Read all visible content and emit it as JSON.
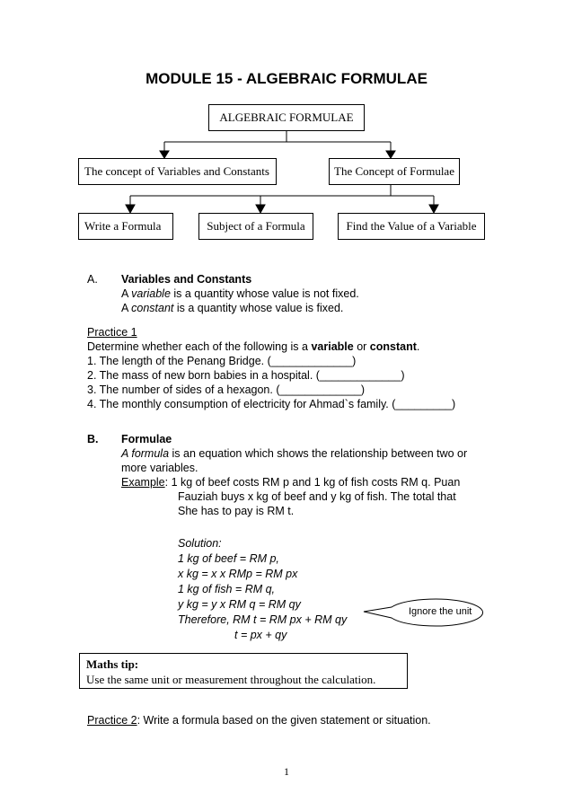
{
  "title": "MODULE 15 - ALGEBRAIC FORMULAE",
  "diagram": {
    "root": "ALGEBRAIC FORMULAE",
    "level1_left": "The concept of Variables and Constants",
    "level1_right": "The Concept of Formulae",
    "level2": [
      "Write a Formula",
      "Subject of a Formula",
      "Find the Value of a Variable"
    ]
  },
  "sectionA": {
    "letter": "A.",
    "heading": "Variables and Constants",
    "line1_pre": "A ",
    "line1_em": "variable",
    "line1_post": " is a quantity whose value is not fixed.",
    "line2_pre": "A ",
    "line2_em": "constant",
    "line2_post": " is a quantity whose value is fixed."
  },
  "practice1": {
    "heading": "Practice 1",
    "instruction_pre": "Determine whether each of the following is a ",
    "instruction_b1": "variable",
    "instruction_mid": " or ",
    "instruction_b2": "constant",
    "instruction_post": ".",
    "items": [
      "1. The length of the Penang Bridge. (_____________)",
      "2. The mass of new born babies in a hospital. (_____________)",
      "3. The number of sides of a hexagon.  (_____________)",
      "4. The monthly consumption of electricity for Ahmad`s family. (_________)"
    ]
  },
  "sectionB": {
    "letter": "B.",
    "heading": "Formulae",
    "def_em": "A formula",
    "def_line1": " is an equation which shows the relationship between two or",
    "def_line2": "more variables.",
    "example_label": "Example",
    "example_line1": ":  1 kg of beef costs RM p  and  1 kg of fish costs RM q.  Puan",
    "example_line2": "Fauziah buys  x kg of beef and  y kg of fish. The total that",
    "example_line3": "She has to pay is  RM t.",
    "solution": [
      "Solution:",
      "1 kg of beef = RM p,",
      "x kg = x x RMp = RM px",
      "1 kg of fish = RM q,",
      "y kg = y x RM q = RM qy",
      "Therefore, RM t = RM px + RM qy",
      "t = px + qy"
    ],
    "callout": "Ignore the unit"
  },
  "tip": {
    "heading": "Maths tip:",
    "text": "Use the same unit or measurement throughout the calculation."
  },
  "practice2": {
    "label": "Practice 2",
    "text": ": Write a formula based on the given statement or situation."
  },
  "page_number": "1"
}
